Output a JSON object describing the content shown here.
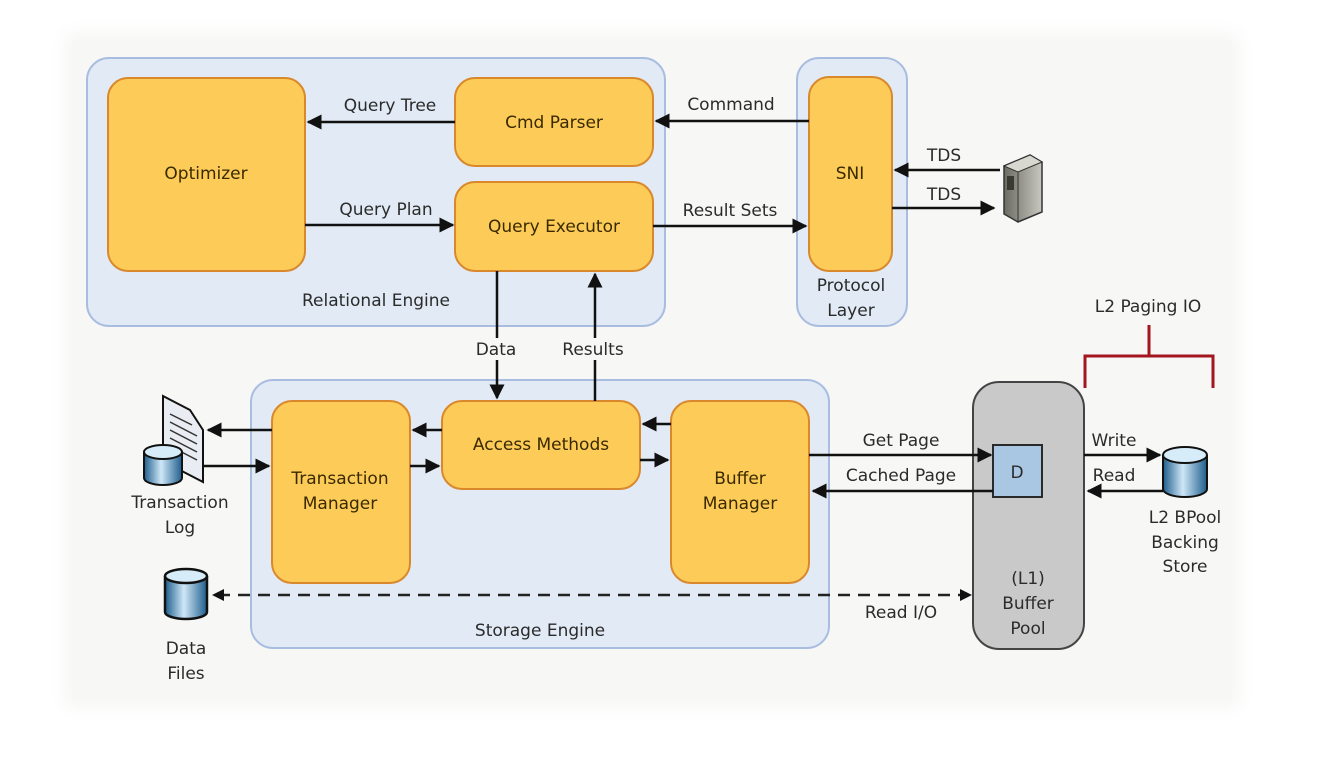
{
  "groups": {
    "relational_engine": "Relational Engine",
    "protocol_layer": [
      "Protocol",
      "Layer"
    ],
    "storage_engine": "Storage Engine",
    "buffer_pool": [
      "(L1)",
      "Buffer",
      "Pool"
    ]
  },
  "components": {
    "optimizer": "Optimizer",
    "cmd_parser": "Cmd Parser",
    "query_executor": "Query Executor",
    "sni": "SNI",
    "access_methods": "Access Methods",
    "transaction_manager": [
      "Transaction",
      "Manager"
    ],
    "buffer_manager": [
      "Buffer",
      "Manager"
    ],
    "page_d": "D"
  },
  "edges": {
    "query_tree": "Query Tree",
    "query_plan": "Query Plan",
    "command": "Command",
    "result_sets": "Result Sets",
    "tds_in": "TDS",
    "tds_out": "TDS",
    "data": "Data",
    "results": "Results",
    "get_page": "Get Page",
    "cached_page": "Cached Page",
    "read_io": "Read I/O",
    "write": "Write",
    "read": "Read"
  },
  "external": {
    "transaction_log": [
      "Transaction",
      "Log"
    ],
    "data_files": [
      "Data",
      "Files"
    ],
    "l2_store": [
      "L2 BPool",
      "Backing",
      "Store"
    ],
    "l2_paging": "L2 Paging IO",
    "client_icon": "server-icon"
  },
  "colors": {
    "group_fill": "#e1eaf5",
    "component_fill": "#fdcb58",
    "buffer_pool_fill": "#c9c9c9",
    "bracket": "#a3161f"
  }
}
